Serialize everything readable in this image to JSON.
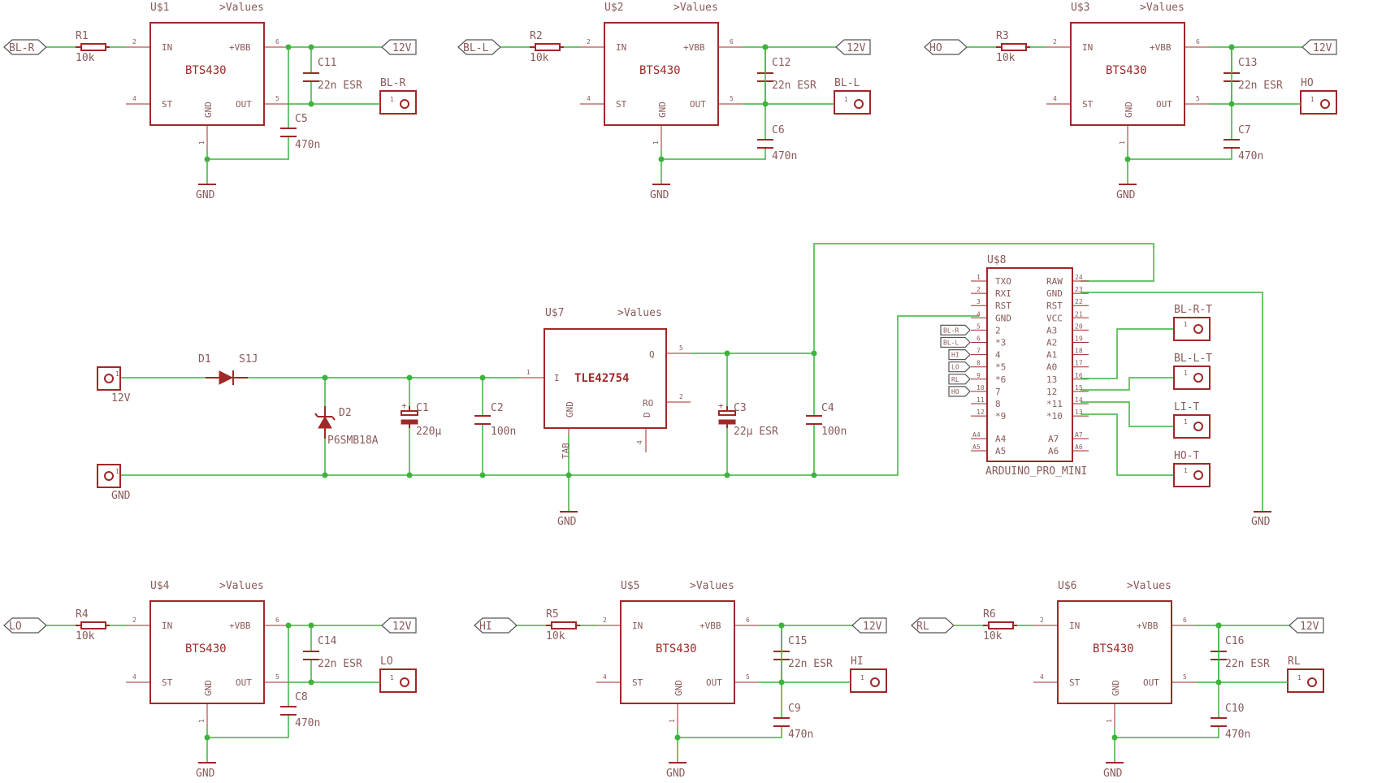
{
  "top_row": [
    {
      "ref": "U$1",
      "value": ">Values",
      "part": "BTS430",
      "in_label": "BL-R",
      "res": "R1",
      "res_val": "10k",
      "capA": "C11",
      "capA_val": "22n ESR",
      "capB": "C5",
      "capB_val": "470n",
      "out_label": "BL-R",
      "supply": "12V",
      "gnd": "GND"
    },
    {
      "ref": "U$2",
      "value": ">Values",
      "part": "BTS430",
      "in_label": "BL-L",
      "res": "R2",
      "res_val": "10k",
      "capA": "C12",
      "capA_val": "22n ESR",
      "capB": "C6",
      "capB_val": "470n",
      "out_label": "BL-L",
      "supply": "12V",
      "gnd": "GND"
    },
    {
      "ref": "U$3",
      "value": ">Values",
      "part": "BTS430",
      "in_label": "HO",
      "res": "R3",
      "res_val": "10k",
      "capA": "C13",
      "capA_val": "22n ESR",
      "capB": "C7",
      "capB_val": "470n",
      "out_label": "HO",
      "supply": "12V",
      "gnd": "GND"
    }
  ],
  "bottom_row": [
    {
      "ref": "U$4",
      "value": ">Values",
      "part": "BTS430",
      "in_label": "LO",
      "res": "R4",
      "res_val": "10k",
      "capA": "C14",
      "capA_val": "22n ESR",
      "capB": "C8",
      "capB_val": "470n",
      "out_label": "LO",
      "supply": "12V",
      "gnd": "GND"
    },
    {
      "ref": "U$5",
      "value": ">Values",
      "part": "BTS430",
      "in_label": "HI",
      "res": "R5",
      "res_val": "10k",
      "capA": "C15",
      "capA_val": "22n ESR",
      "capB": "C9",
      "capB_val": "470n",
      "out_label": "HI",
      "supply": "12V",
      "gnd": "GND"
    },
    {
      "ref": "U$6",
      "value": ">Values",
      "part": "BTS430",
      "in_label": "RL",
      "res": "R6",
      "res_val": "10k",
      "capA": "C16",
      "capA_val": "22n ESR",
      "capB": "C10",
      "capB_val": "470n",
      "out_label": "RL",
      "supply": "12V",
      "gnd": "GND"
    }
  ],
  "bts_pins": {
    "in": "IN",
    "vbb": "+VBB",
    "st": "ST",
    "gnd": "GND",
    "out": "OUT",
    "n_in": "2",
    "n_vbb": "6",
    "n_st": "4",
    "n_out": "5",
    "n_gnd": "1"
  },
  "regulator": {
    "ref": "U$7",
    "value": ">Values",
    "part": "TLE42754",
    "pin_i": "I",
    "pin_q": "Q",
    "pin_gnd": "GND",
    "pin_tab": "TAB",
    "pin_ro": "RO",
    "pin_d": "D",
    "n_i": "1",
    "n_q": "5",
    "n_ro": "2",
    "n_d": "4",
    "d1": "D1",
    "d1_val": "S1J",
    "d2": "D2",
    "d2_val": "P6SMB18A",
    "c1": "C1",
    "c1_val": "220µ",
    "c2": "C2",
    "c2_val": "100n",
    "c3": "C3",
    "c3_val": "22µ ESR",
    "c4": "C4",
    "c4_val": "100n",
    "j_12v": "12V",
    "j_gnd": "GND",
    "gnd": "GND",
    "pin1": "1",
    "plus": "+"
  },
  "arduino": {
    "ref": "U$8",
    "name": "ARDUINO_PRO_MINI",
    "gnd": "GND",
    "left_nums": [
      "1",
      "2",
      "3",
      "4",
      "5",
      "6",
      "7",
      "8",
      "9",
      "10",
      "11",
      "12"
    ],
    "left_names": [
      "TXO",
      "RXI",
      "RST",
      "GND",
      "2",
      "*3",
      "4",
      "*5",
      "*6",
      "7",
      "8",
      "*9"
    ],
    "right_nums": [
      "24",
      "23",
      "22",
      "21",
      "20",
      "19",
      "18",
      "17",
      "16",
      "15",
      "14",
      "13"
    ],
    "right_names": [
      "RAW",
      "GND",
      "RST",
      "VCC",
      "A3",
      "A2",
      "A1",
      "A0",
      "13",
      "12",
      "*11",
      "*10"
    ],
    "extra_left_nums": [
      "A4",
      "A5"
    ],
    "extra_left_names": [
      "A4",
      "A5"
    ],
    "extra_right_nums": [
      "A7",
      "A6"
    ],
    "extra_right_names": [
      "A7",
      "A6"
    ],
    "net_tags": [
      "BL-R",
      "BL-L",
      "HI",
      "LO",
      "RL",
      "HO"
    ],
    "connectors": [
      "BL-R-T",
      "BL-L-T",
      "LI-T",
      "HO-T"
    ]
  }
}
